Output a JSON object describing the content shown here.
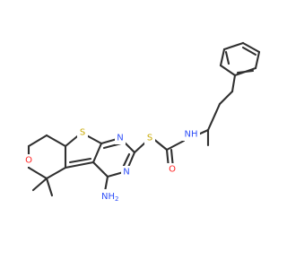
{
  "atoms": {
    "s_thiophene": {
      "text": "S",
      "color": "#c8a800"
    },
    "s_thioether": {
      "text": "S",
      "color": "#c8a800"
    },
    "n_pyrimidine_top": {
      "text": "N",
      "color": "#3050f8"
    },
    "n_pyrimidine_bottom": {
      "text": "N",
      "color": "#3050f8"
    },
    "o_pyran": {
      "text": "O",
      "color": "#ff2020"
    },
    "o_carbonyl": {
      "text": "O",
      "color": "#ff2020"
    },
    "nh_amide": {
      "text": "NH",
      "color": "#3050f8"
    },
    "nh2_amino_1": {
      "text": "NH",
      "color": "#3050f8"
    },
    "nh2_amino_2": {
      "text": "2",
      "color": "#3050f8"
    }
  },
  "colors": {
    "bond": "#303030",
    "background": "#ffffff"
  }
}
